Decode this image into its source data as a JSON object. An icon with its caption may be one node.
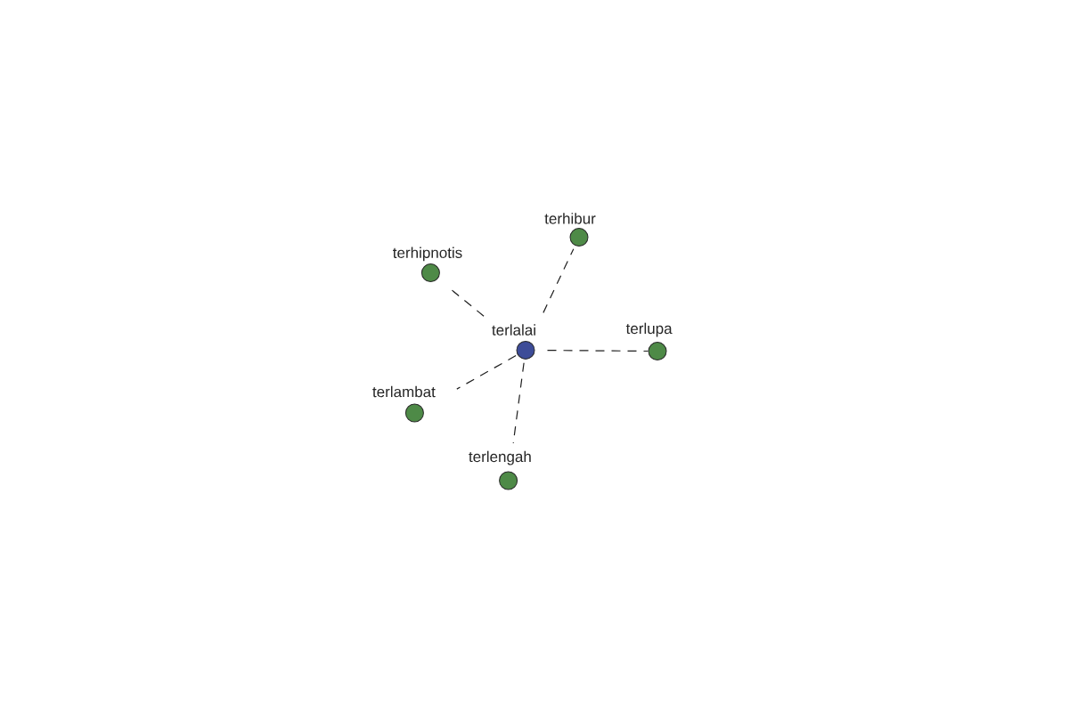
{
  "diagram": {
    "nodes": [
      {
        "text": [
          "terhibur"
        ]
      },
      {
        "text": [
          "terhipnotis"
        ]
      },
      {
        "text": [
          "terlalai"
        ]
      },
      {
        "text": [
          "terlupa"
        ]
      },
      {
        "text": [
          "terlambat"
        ]
      },
      {
        "text": [
          "terlengah"
        ]
      }
    ],
    "edges": [
      {
        "from": 2,
        "to": 0,
        "arrow": "none",
        "style": "dashed"
      },
      {
        "from": 2,
        "to": 1,
        "arrow": "none",
        "style": "dashed"
      },
      {
        "from": 2,
        "to": 3,
        "arrow": "none",
        "style": "dashed"
      },
      {
        "from": 2,
        "to": 4,
        "arrow": "none",
        "style": "dashed"
      },
      {
        "from": 2,
        "to": 5,
        "arrow": "none",
        "style": "dashed"
      }
    ]
  }
}
